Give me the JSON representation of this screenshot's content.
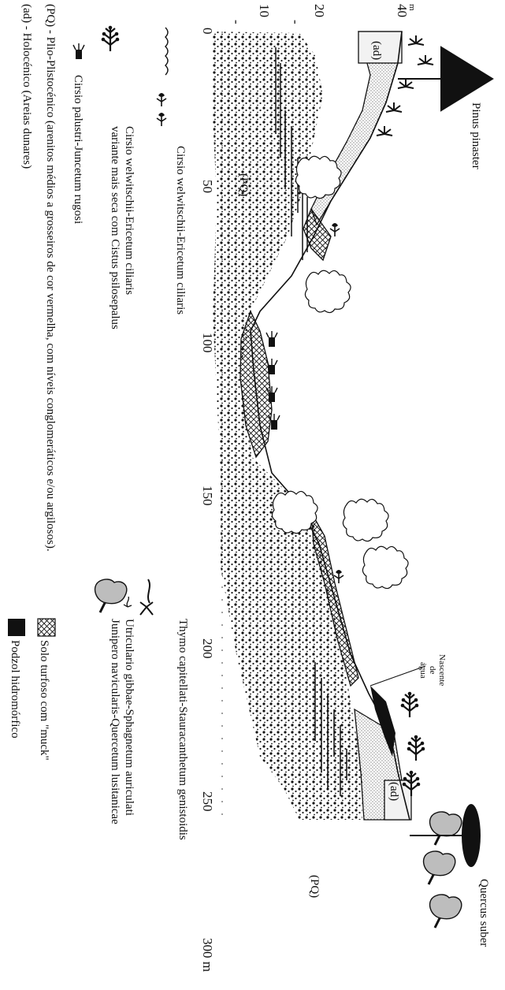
{
  "diagram": {
    "axis": {
      "x_ticks": [
        "0",
        "50",
        "100",
        "150",
        "200",
        "250",
        "300 m"
      ],
      "y_unit": "m",
      "y_ticks": [
        "40",
        "20",
        "10"
      ],
      "y_minor": "-"
    },
    "labels": {
      "pinus": "Pinus pinaster",
      "quercus": "Quercus suber",
      "nascente_1": "Nascente",
      "nascente_2": "de",
      "nascente_3": "água",
      "pq_left": "(PQ)",
      "pq_right": "(PQ)",
      "ad_left": "(ad)",
      "ad_right": "(ad)"
    },
    "legend": [
      {
        "icon": "wavy-heath-icon",
        "text": "Cirsio welwitschii-Ericetum ciliaris"
      },
      {
        "icon": "dry-heath-cistus-icon",
        "text": "Cirsio welwitschii-Ericetum ciliaris"
      },
      {
        "icon": "dry-heath-cistus-icon",
        "text": "variante mais seca com Cistus psilosepalus"
      },
      {
        "icon": "rush-icon",
        "text": "Cirsio palustri-Juncetum rugosi"
      },
      {
        "icon": "thyme-icon",
        "text": "Thymo capitellati-Stauracanthetum genistoidis"
      },
      {
        "icon": "sphagnum-icon",
        "text": "Utriculario gibbae-Sphagnetum auriculati"
      },
      {
        "icon": "juniper-icon",
        "text": "Junipero navicularis-Quercetum lusitanicae"
      }
    ],
    "key": [
      {
        "code": "(PQ)",
        "sep": " - ",
        "text": "Plio-Plistocénico (arenitos médios a grosseiros de cor vermelha, com níveis conglomeráticos e/ou argilosos)."
      },
      {
        "code": "(ad)",
        "sep": " - ",
        "text": "Holocénico (Areias dunares)"
      }
    ],
    "soils": [
      {
        "pattern": "crosshatch",
        "text": "Solo turfoso com \"muck\""
      },
      {
        "pattern": "black",
        "text": "Podzol hidromórfico"
      }
    ],
    "colors": {
      "ink": "#111111",
      "paper": "#ffffff",
      "grey_fill": "#bdbdbd"
    }
  }
}
